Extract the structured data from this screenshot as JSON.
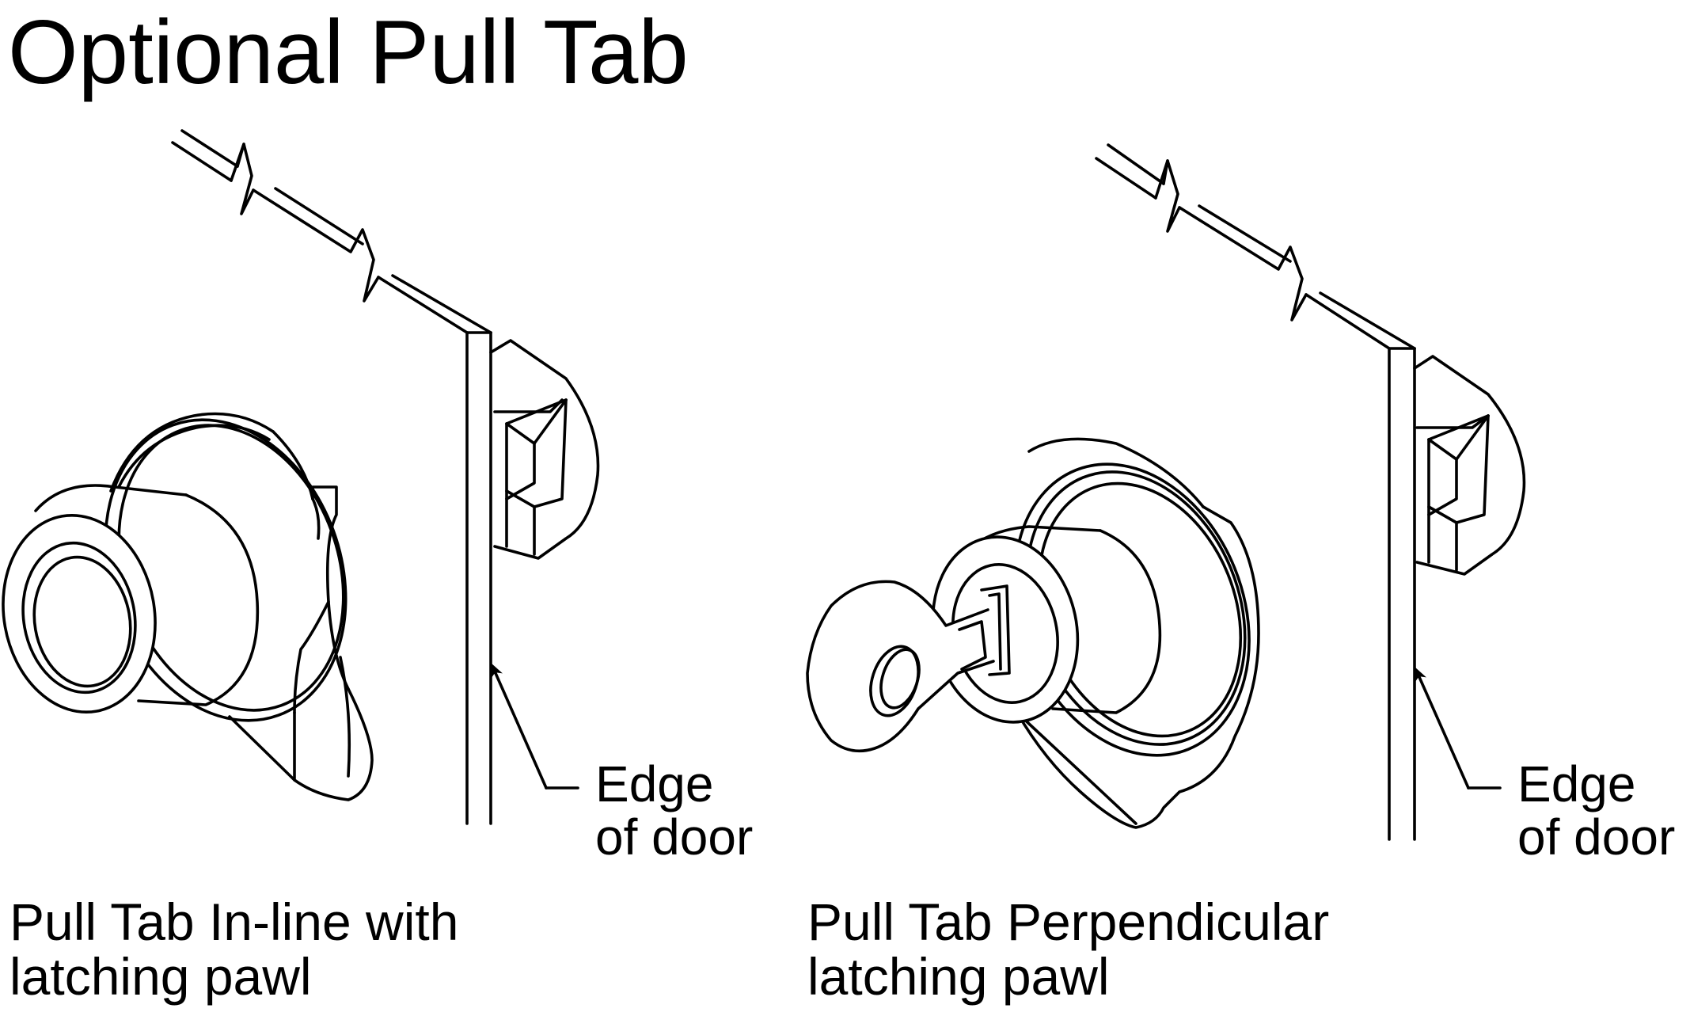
{
  "title": "Optional Pull Tab",
  "figures": [
    {
      "caption_line1": "Pull Tab In-line with",
      "caption_line2": "latching pawl",
      "label_line1": "Edge",
      "label_line2": "of door"
    },
    {
      "caption_line1": "Pull Tab Perpendicular",
      "caption_line2": "latching pawl",
      "label_line1": "Edge",
      "label_line2": "of door"
    }
  ]
}
